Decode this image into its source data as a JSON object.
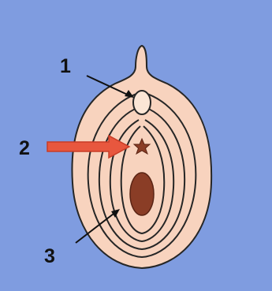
{
  "labels": {
    "one": "1",
    "two": "2",
    "three": "3"
  },
  "colors": {
    "background": "#7f9ce0",
    "body_fill": "#f8d3be",
    "outline": "#262626",
    "red_arrow": "#e8573e",
    "red_arrow_edge": "#c83c26",
    "oval": "#8a3d26",
    "star": "#8a3d26",
    "bud": "#fbe6d6"
  },
  "icons": {
    "pointer_arrow": "arrow-icon",
    "star_mark": "star-icon"
  }
}
